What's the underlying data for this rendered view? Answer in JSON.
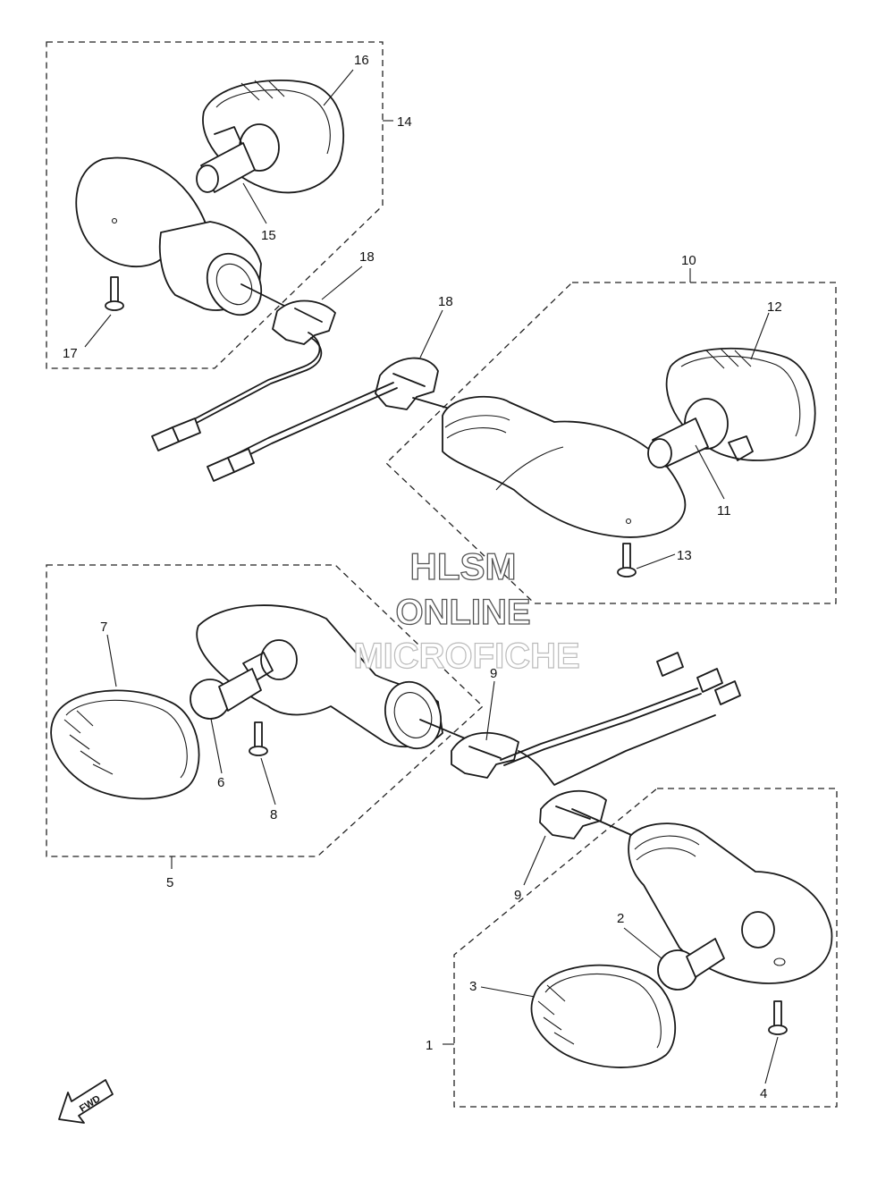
{
  "callouts": {
    "c1": "1",
    "c2": "2",
    "c3": "3",
    "c4": "4",
    "c5": "5",
    "c6": "6",
    "c7": "7",
    "c8": "8",
    "c9a": "9",
    "c9b": "9",
    "c10": "10",
    "c11": "11",
    "c12": "12",
    "c13": "13",
    "c14": "14",
    "c15": "15",
    "c16": "16",
    "c17": "17",
    "c18a": "18",
    "c18b": "18"
  },
  "watermark": {
    "line1": "HLSM",
    "line2": "ONLINE",
    "line3": "MICROFICHE"
  },
  "fwd_label": "FWD",
  "icons": {
    "direction": "fwd-arrow-icon"
  }
}
